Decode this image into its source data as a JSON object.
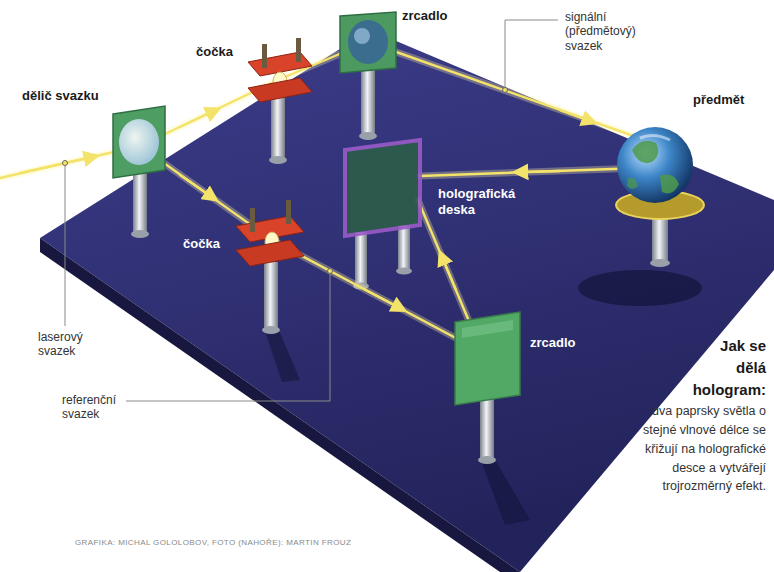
{
  "diagram": {
    "title": "Jak se dělá hologram:",
    "caption": "dva paprsky světla o stejné vlnové délce se křižují na holografické desce a vytvářejí trojrozměrný efekt.",
    "labels": [
      "zrcadlo",
      "signální (předmětový) svazek",
      "čočka",
      "dělič svazku",
      "předmět",
      "holografická deska",
      "čočka",
      "laserový svazek",
      "zrcadlo",
      "referenční svazek",
      "GRAFIKA: MICHAL GOLOLOBOV, FOTO (NAHOŘE): MARTIN FROUZ"
    ]
  }
}
